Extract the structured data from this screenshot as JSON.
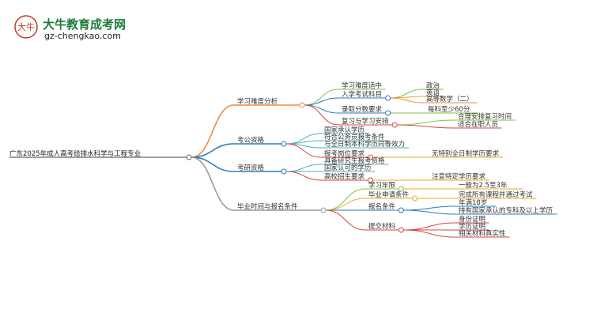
{
  "brand": {
    "logo_glyph": "大牛",
    "title": "大牛教育成考网",
    "url": "gz-chengkao.com"
  },
  "mindmap": {
    "root": "广东2025年成人高考给排水科学与工程专业",
    "branches": [
      {
        "label": "学习难度分析",
        "color": "#f5883b",
        "children": [
          {
            "label": "学习难度适中",
            "color": "#7cc242",
            "children": []
          },
          {
            "label": "入学考试科目",
            "color": "#2c7bbd",
            "children": [
              {
                "label": "政治",
                "color": "#7cc242"
              },
              {
                "label": "英语",
                "color": "#f5a623"
              },
              {
                "label": "高等数学（二）",
                "color": "#f5883b"
              }
            ]
          },
          {
            "label": "录取分数要求",
            "color": "#2c7bbd",
            "children": [
              {
                "label": "每科至少60分",
                "color": "#7cc242"
              }
            ]
          },
          {
            "label": "复习与学习安排",
            "color": "#d9463d",
            "children": [
              {
                "label": "合理安排复习时间",
                "color": "#7cc242"
              },
              {
                "label": "适合在职人员",
                "color": "#d9463d"
              }
            ]
          }
        ]
      },
      {
        "label": "考公资格",
        "color": "#2c7bbd",
        "children": [
          {
            "label": "国家承认学历",
            "color": "#4cb3b3",
            "children": []
          },
          {
            "label": "符合公务员报考条件",
            "color": "#4cb3b3",
            "children": []
          },
          {
            "label": "与全日制本科学历同等效力",
            "color": "#4cb3b3",
            "children": []
          },
          {
            "label": "报考岗位要求",
            "color": "#d9463d",
            "children": [
              {
                "label": "无特别全日制学历要求",
                "color": "#f5a623"
              }
            ]
          }
        ]
      },
      {
        "label": "考研资格",
        "color": "#2c7bbd",
        "children": [
          {
            "label": "具备研究生报考资格",
            "color": "#4cb3b3",
            "children": []
          },
          {
            "label": "国家认可的学历",
            "color": "#4cb3b3",
            "children": []
          },
          {
            "label": "高校招生要求",
            "color": "#d9463d",
            "children": [
              {
                "label": "注意特定学历要求",
                "color": "#f5a623"
              }
            ]
          }
        ]
      },
      {
        "label": "毕业时间与报名条件",
        "color": "#999999",
        "children": [
          {
            "label": "学习年限",
            "color": "#7cc242",
            "children": [
              {
                "label": "一般为2.5至3年",
                "color": "#f5a623"
              }
            ]
          },
          {
            "label": "毕业申请条件",
            "color": "#f5a623",
            "children": [
              {
                "label": "完成所有课程并通过考试",
                "color": "#f5a623"
              }
            ]
          },
          {
            "label": "报名条件",
            "color": "#2c7bbd",
            "children": [
              {
                "label": "年满18岁",
                "color": "#2c7bbd"
              },
              {
                "label": "持有国家承认的专科及以上学历",
                "color": "#2c7bbd"
              }
            ]
          },
          {
            "label": "提交材料",
            "color": "#d9463d",
            "children": [
              {
                "label": "身份证明",
                "color": "#d9463d"
              },
              {
                "label": "学历证明",
                "color": "#d9463d"
              },
              {
                "label": "相关材料真实性",
                "color": "#d9463d"
              }
            ]
          }
        ]
      }
    ]
  }
}
